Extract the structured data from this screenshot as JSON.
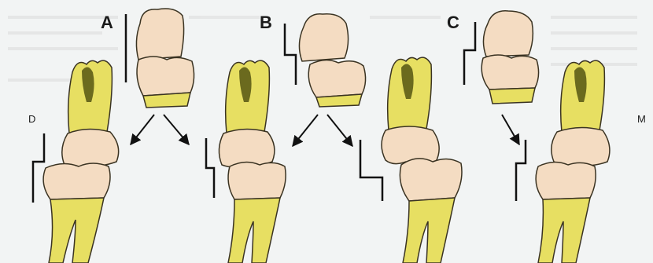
{
  "figure": {
    "panels": [
      {
        "letter": "A"
      },
      {
        "letter": "B"
      },
      {
        "letter": "C"
      }
    ],
    "side_labels": {
      "left": "D",
      "right": "M"
    },
    "colors": {
      "background": "#f2f4f4",
      "crown": "#f4dcc2",
      "root": "#e7df62",
      "pulp": "#6b6a1e",
      "outline": "#3a3322",
      "lines": "#111111"
    }
  }
}
